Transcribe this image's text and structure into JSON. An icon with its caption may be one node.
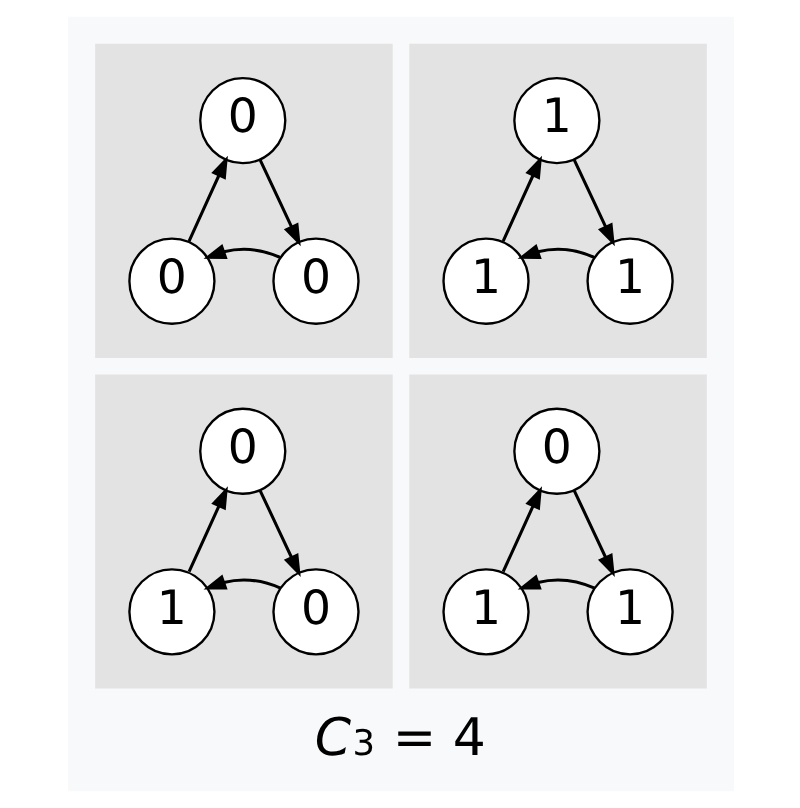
{
  "diagram": {
    "caption": "*C*$_{3}$ = 4",
    "nodes": [
      {
        "text": [],
        "shape": "box"
      },
      {
        "text": [
          "0"
        ],
        "in": 0
      },
      {
        "text": [
          "0"
        ],
        "in": 0
      },
      {
        "text": [
          "0"
        ],
        "in": 0
      },
      {
        "text": [],
        "shape": "box"
      },
      {
        "text": [
          "1"
        ],
        "in": 4
      },
      {
        "text": [
          "1"
        ],
        "in": 4
      },
      {
        "text": [
          "1"
        ],
        "in": 4
      },
      {
        "text": [],
        "shape": "box"
      },
      {
        "text": [
          "0"
        ],
        "in": 8
      },
      {
        "text": [
          "1"
        ],
        "in": 8
      },
      {
        "text": [
          "0"
        ],
        "in": 8
      },
      {
        "text": [],
        "shape": "box"
      },
      {
        "text": [
          "0"
        ],
        "in": 12
      },
      {
        "text": [
          "1"
        ],
        "in": 12
      },
      {
        "text": [
          "1"
        ],
        "in": 12
      }
    ],
    "edges": [
      {
        "from": 1,
        "to": 3,
        "arrow": "to"
      },
      {
        "from": 3,
        "to": 2,
        "arrow": "to"
      },
      {
        "from": 2,
        "to": 1,
        "arrow": "to"
      },
      {
        "from": 5,
        "to": 7,
        "arrow": "to"
      },
      {
        "from": 7,
        "to": 6,
        "arrow": "to"
      },
      {
        "from": 6,
        "to": 5,
        "arrow": "to"
      },
      {
        "from": 9,
        "to": 11,
        "arrow": "to"
      },
      {
        "from": 11,
        "to": 10,
        "arrow": "to"
      },
      {
        "from": 10,
        "to": 9,
        "arrow": "to"
      },
      {
        "from": 13,
        "to": 15,
        "arrow": "to"
      },
      {
        "from": 15,
        "to": 14,
        "arrow": "to"
      },
      {
        "from": 14,
        "to": 13,
        "arrow": "to"
      }
    ]
  }
}
